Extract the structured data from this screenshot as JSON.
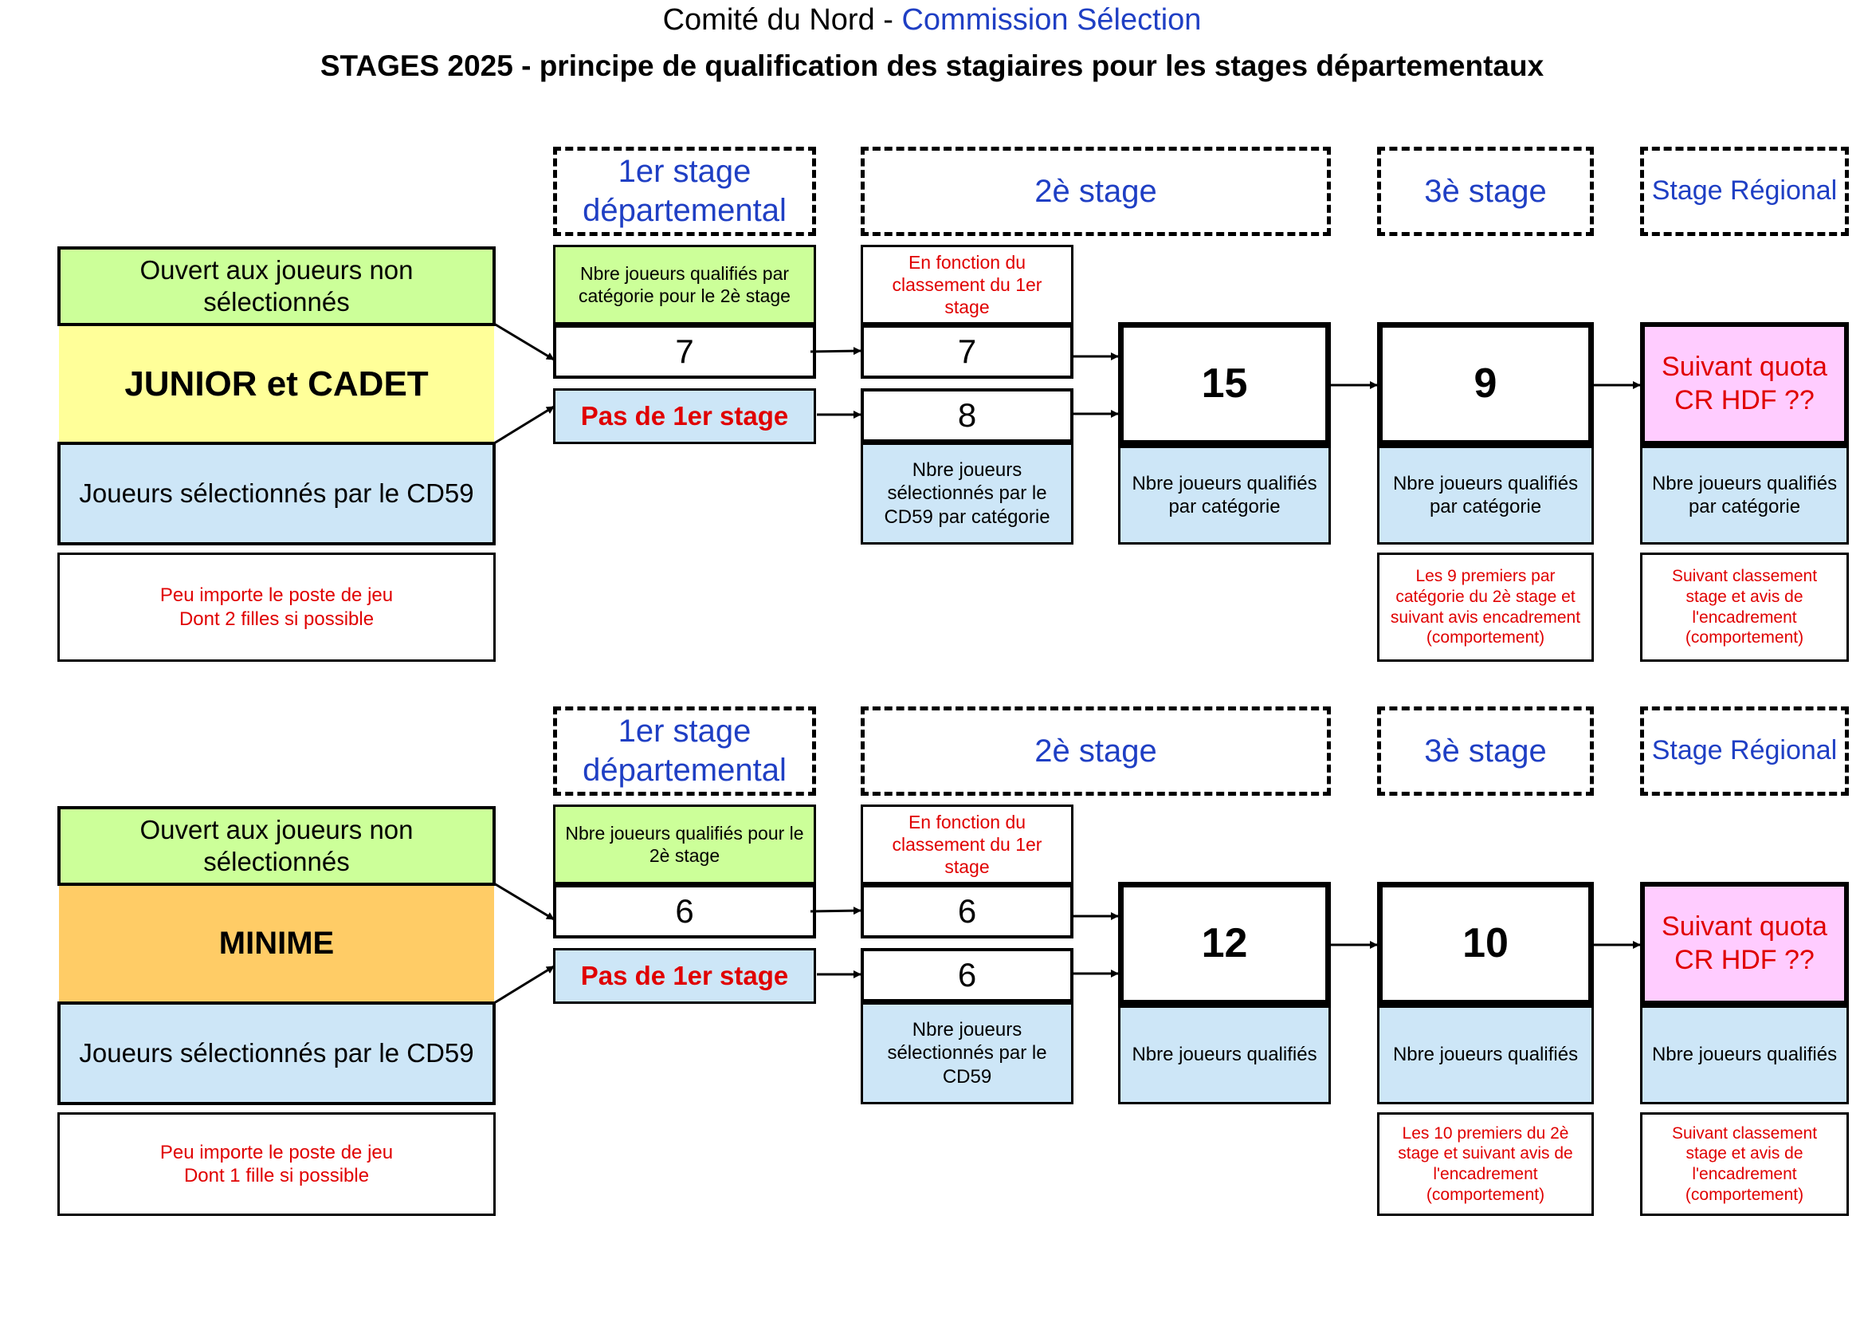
{
  "header": {
    "org": "Comité du Nord - ",
    "commission": "Commission Sélection",
    "title": "STAGES 2025 - principe de qualification des stagiaires pour les stages départementaux"
  },
  "sections": [
    {
      "category": "JUNIOR et CADET",
      "open_label": "Ouvert aux joueurs non sélectionnés",
      "selected_label": "Joueurs sélectionnés par le CD59",
      "note_line1": "Peu importe le poste de jeu",
      "note_line2": "Dont 2 filles si possible",
      "stage1_header": "1er stage départemental",
      "stage2_header": "2è stage",
      "stage3_header": "3è stage",
      "regional_header": "Stage Régional",
      "stage1_qualified_label": "Nbre joueurs qualifiés par catégorie pour le 2è stage",
      "stage1_value": "7",
      "no_stage1": "Pas de 1er stage",
      "stage2_ranking_label": "En fonction du classement du 1er stage",
      "stage2_value_open": "7",
      "stage2_value_selected": "8",
      "stage2_selected_label": "Nbre joueurs sélectionnés par le CD59 par catégorie",
      "total2": "15",
      "total2_label": "Nbre joueurs qualifiés par catégorie",
      "total3": "9",
      "total3_label": "Nbre joueurs qualifiés par catégorie",
      "stage3_note": "Les 9 premiers par catégorie du 2è stage et suivant avis encadrement (comportement)",
      "regional_value": "Suivant quota CR HDF ??",
      "regional_label": "Nbre joueurs qualifiés par catégorie",
      "regional_note": "Suivant classement stage et avis de l'encadrement (comportement)"
    },
    {
      "category": "MINIME",
      "open_label": "Ouvert aux joueurs non sélectionnés",
      "selected_label": "Joueurs sélectionnés par le CD59",
      "note_line1": "Peu importe le poste de jeu",
      "note_line2": "Dont 1 fille si possible",
      "stage1_header": "1er stage départemental",
      "stage2_header": "2è stage",
      "stage3_header": "3è stage",
      "regional_header": "Stage Régional",
      "stage1_qualified_label": "Nbre joueurs qualifiés pour le 2è stage",
      "stage1_value": "6",
      "no_stage1": "Pas de 1er stage",
      "stage2_ranking_label": "En fonction du classement du 1er stage",
      "stage2_value_open": "6",
      "stage2_value_selected": "6",
      "stage2_selected_label": "Nbre joueurs sélectionnés par le CD59",
      "total2": "12",
      "total2_label": "Nbre joueurs qualifiés",
      "total3": "10",
      "total3_label": "Nbre joueurs qualifiés",
      "stage3_note": "Les 10 premiers du 2è stage et suivant avis de l'encadrement (comportement)",
      "regional_value": "Suivant quota CR HDF ??",
      "regional_label": "Nbre joueurs qualifiés",
      "regional_note": "Suivant classement stage et avis de l'encadrement (comportement)"
    }
  ]
}
